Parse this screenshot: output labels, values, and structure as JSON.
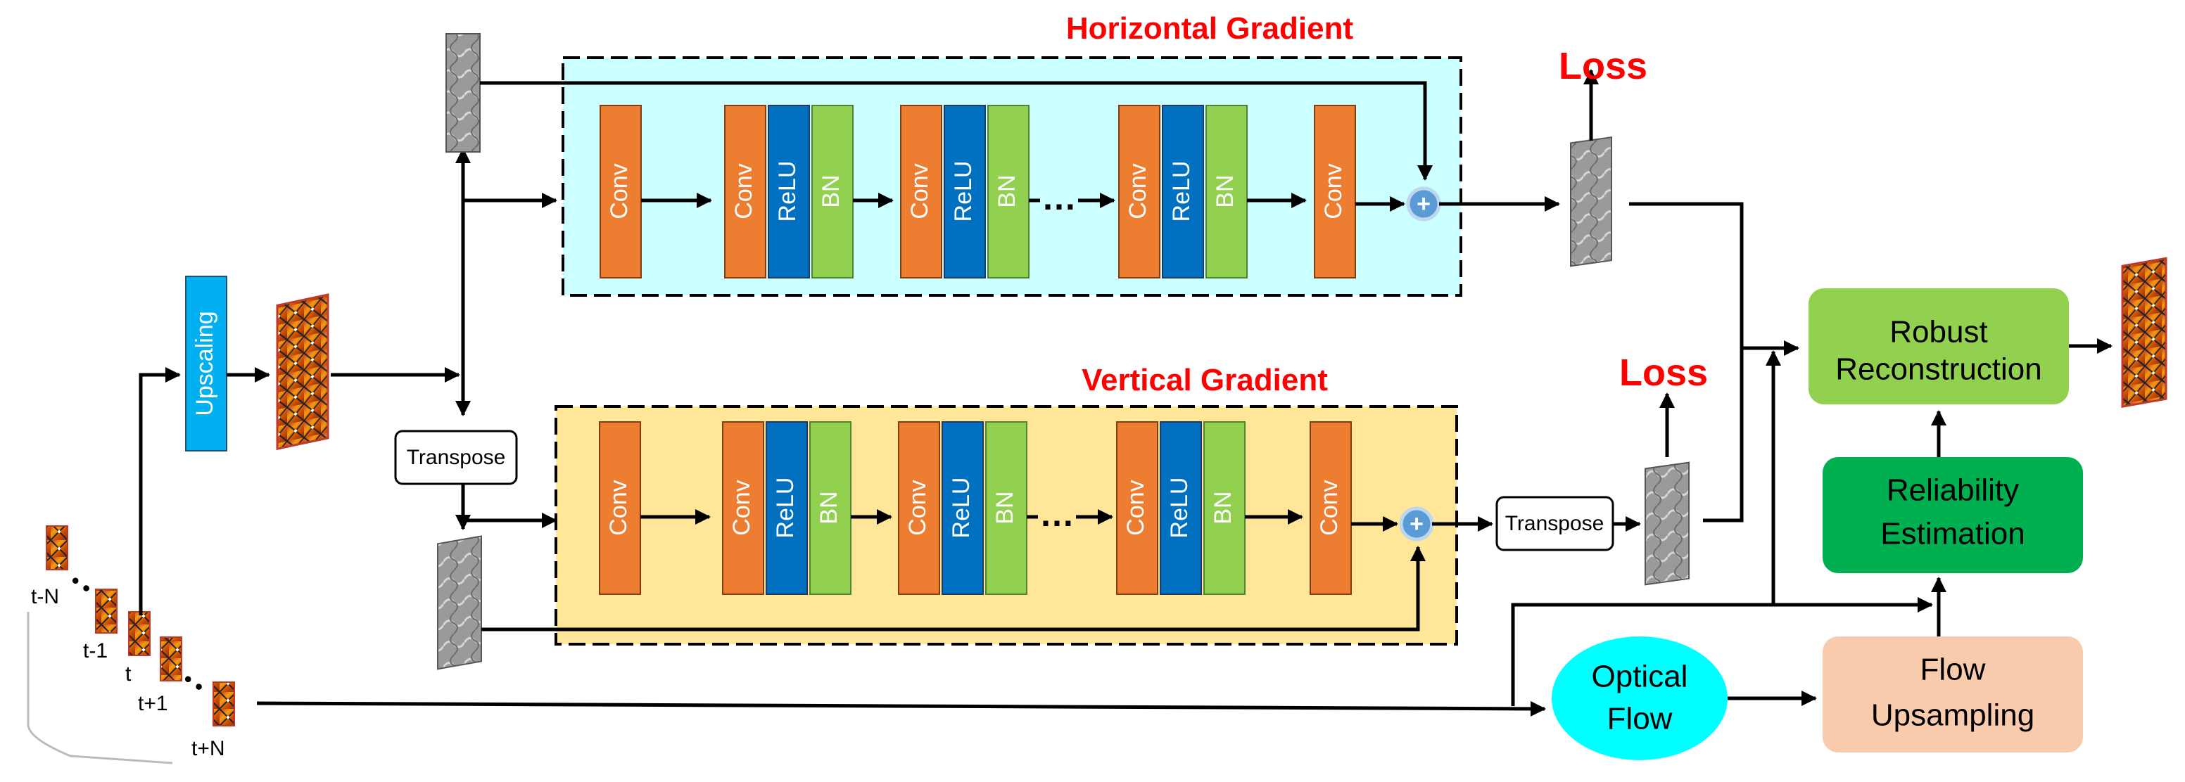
{
  "sections": {
    "horizontal": {
      "title": "Horizontal Gradient"
    },
    "vertical": {
      "title": "Vertical Gradient"
    }
  },
  "blocks": {
    "conv": "Conv",
    "relu": "ReLU",
    "bn": "BN",
    "upscaling": "Upscaling",
    "transpose": "Transpose",
    "ellipsis": "…"
  },
  "loss_label": "Loss",
  "right_modules": {
    "robust_line1": "Robust",
    "robust_line2": "Reconstruction",
    "reliability_line1": "Reliability",
    "reliability_line2": "Estimation",
    "flow_up_line1": "Flow",
    "flow_up_line2": "Upsampling",
    "optical_line1": "Optical",
    "optical_line2": "Flow"
  },
  "frames": {
    "t_minus_n": "t-N",
    "t_minus_1": "t-1",
    "t": "t",
    "t_plus_1": "t+1",
    "t_plus_n": "t+N",
    "dots": "• •"
  },
  "colors": {
    "conv": "#ed7d31",
    "relu": "#0070c0",
    "bn": "#92d050",
    "upscaling": "#00b0f0",
    "horizontal_bg": "#ccffff",
    "vertical_bg": "#ffe699",
    "robust": "#92d050",
    "reliability": "#00b050",
    "flow_upsampling": "#f8cbad",
    "optical_flow": "#00ffff",
    "loss": "#ff0000"
  }
}
